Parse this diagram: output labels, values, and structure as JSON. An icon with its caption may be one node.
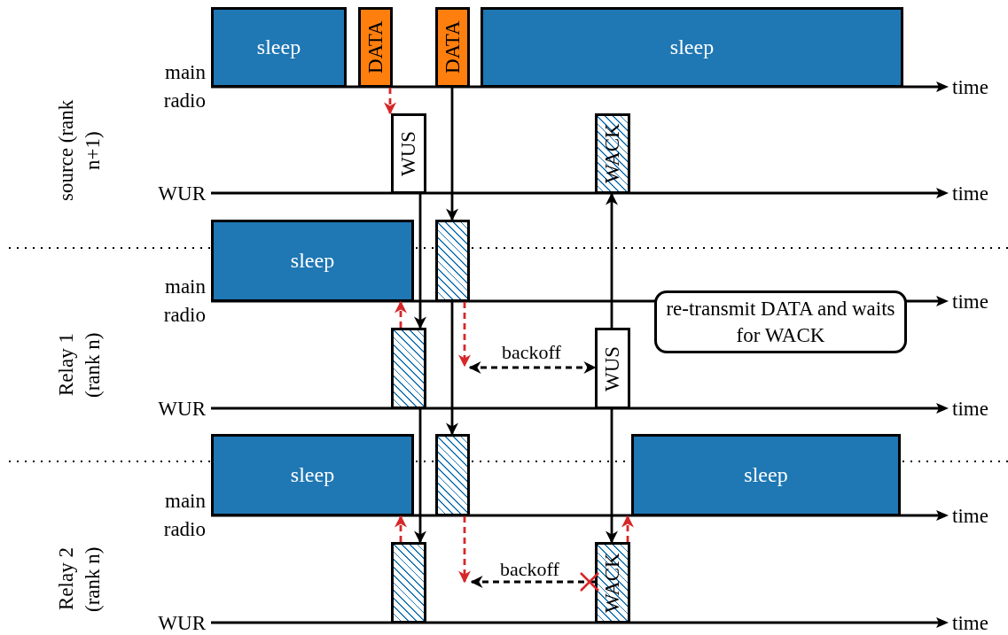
{
  "diagram": {
    "nodes": [
      {
        "text": [
          "sleep"
        ]
      },
      {
        "text": [
          "DATA"
        ]
      },
      {
        "text": [
          "DATA"
        ]
      },
      {
        "text": [
          "sleep"
        ]
      },
      {
        "text": [
          "WUS"
        ]
      },
      {
        "text": [
          "WACK"
        ]
      },
      {
        "text": [
          "sleep"
        ]
      },
      {
        "text": [],
        "shape": "box"
      },
      {
        "text": [
          "re-transmit DATA and waits for WACK"
        ]
      },
      {
        "text": [],
        "shape": "box"
      },
      {
        "text": [
          "WUS"
        ]
      },
      {
        "text": [
          "sleep"
        ]
      },
      {
        "text": [],
        "shape": "box"
      },
      {
        "text": [
          "sleep"
        ]
      },
      {
        "text": [],
        "shape": "box"
      },
      {
        "text": [
          "WACK"
        ]
      }
    ],
    "edges": [
      {
        "from": 1,
        "to": 4,
        "arrow": "to",
        "style": "dashed",
        "color": "#d62728"
      },
      {
        "from": 4,
        "to": 9,
        "arrow": "to"
      },
      {
        "from": 2,
        "to": 7,
        "arrow": "to"
      },
      {
        "from": 9,
        "to": 6,
        "arrow": "to",
        "style": "dashed",
        "color": "#d62728"
      },
      {
        "from": 7,
        "to": null,
        "arrow": "to",
        "style": "dashed",
        "color": "#d62728"
      },
      {
        "from": null,
        "to": 10,
        "arrow": "both",
        "label": "backoff",
        "style": "dashed"
      },
      {
        "from": 10,
        "to": 5,
        "arrow": "to"
      },
      {
        "from": 9,
        "to": 14,
        "arrow": "to"
      },
      {
        "from": 7,
        "to": 12,
        "arrow": "to"
      },
      {
        "from": 14,
        "to": 11,
        "arrow": "to",
        "style": "dashed",
        "color": "#d62728"
      },
      {
        "from": 12,
        "to": null,
        "arrow": "to",
        "style": "dashed",
        "color": "#d62728"
      },
      {
        "from": 15,
        "to": null,
        "arrow": "to",
        "label": "backoff",
        "style": "dashed"
      },
      {
        "from": 10,
        "to": 15,
        "arrow": "to"
      },
      {
        "from": 15,
        "to": 13,
        "arrow": "to",
        "style": "dashed",
        "color": "#d62728"
      }
    ],
    "labels": [
      "main radio",
      "time",
      "source (rank n+1)",
      "WUR",
      "time",
      "main radio",
      "time",
      "Relay 1 (rank n)",
      "WUR",
      "time",
      "main radio",
      "time",
      "Relay 2 (rank n)",
      "WUR",
      "time"
    ]
  }
}
